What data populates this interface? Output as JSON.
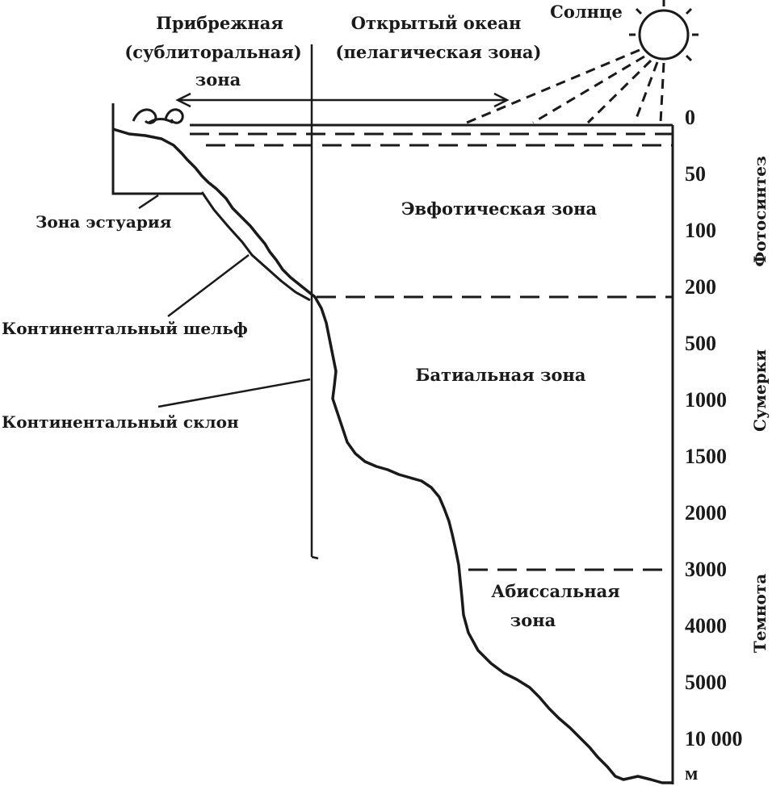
{
  "top": {
    "coastal_zone": [
      "Прибрежная",
      "(сублиторальная)",
      "зона"
    ],
    "open_ocean": [
      "Открытый океан",
      "(пелагическая зона)"
    ],
    "sun": "Солнце"
  },
  "zones": {
    "euphotic": "Эвфотическая зона",
    "bathyal": "Батиальная зона",
    "abyssal": [
      "Абиссальная",
      "зона"
    ]
  },
  "left_labels": {
    "estuary": "Зона эстуария",
    "shelf": "Континентальный шельф",
    "slope": "Континентальный склон"
  },
  "depth_scale": {
    "ticks": [
      "0",
      "50",
      "100",
      "200",
      "500",
      "1000",
      "1500",
      "2000",
      "3000",
      "4000",
      "5000",
      "10 000"
    ],
    "unit": "м"
  },
  "light_regions": {
    "photosynthesis": "Фотосинтез",
    "twilight": "Сумерки",
    "darkness": "Темнота"
  }
}
